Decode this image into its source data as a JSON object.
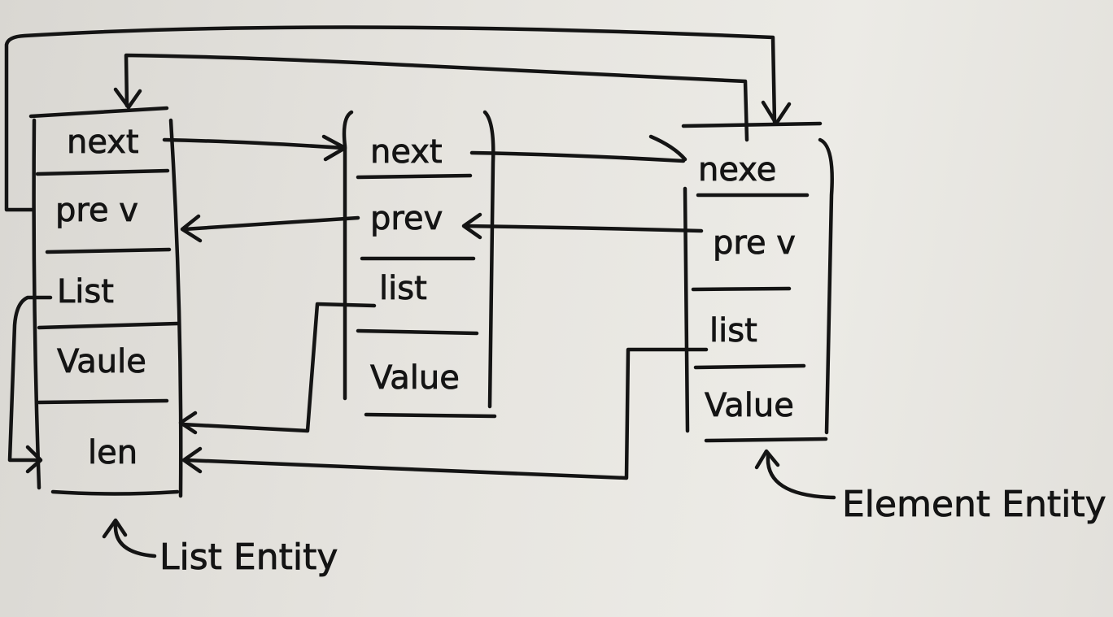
{
  "list_entity": {
    "fields": {
      "next": "next",
      "prev": "pre v",
      "list": "List",
      "value": "Vaule",
      "len": "len"
    },
    "caption": "List Entity"
  },
  "element_entity_1": {
    "fields": {
      "next": "next",
      "prev": "prev",
      "list": "list",
      "value": "Value"
    }
  },
  "element_entity_2": {
    "fields": {
      "next": "nexe",
      "prev": "pre v",
      "list": "list",
      "value": "Value"
    },
    "caption": "Element Entity"
  },
  "colors": {
    "ink": "#141414",
    "paper": "#e6e4df"
  }
}
